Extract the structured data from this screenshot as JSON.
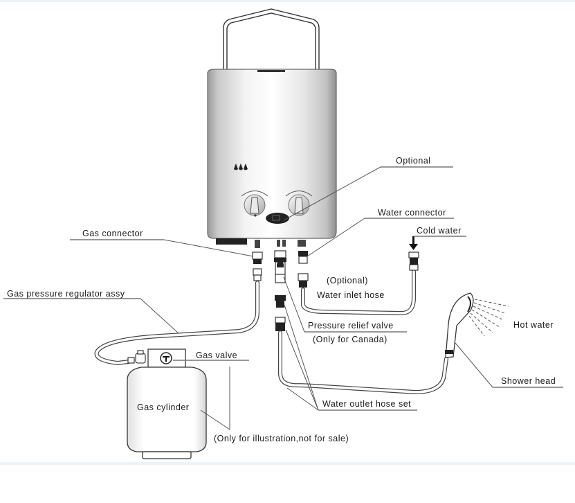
{
  "diagram": {
    "title": "Portable gas water heater installation diagram",
    "labels": {
      "optional_top": "Optional",
      "water_connector": "Water connector",
      "cold_water": "Cold water",
      "gas_connector": "Gas connector",
      "optional_paren": "(Optional)",
      "water_inlet_hose": "Water inlet hose",
      "gas_pressure_regulator": "Gas pressure regulator assy",
      "pressure_relief_valve": "Pressure relief valve",
      "only_for_canada": "(Only for Canada)",
      "hot_water": "Hot water",
      "gas_valve": "Gas valve",
      "shower_head": "Shower head",
      "gas_cylinder": "Gas cylinder",
      "water_outlet_hose_set": "Water outlet hose set",
      "illustration_note": "(Only for illustration,not for sale)"
    },
    "components": [
      "heater-body",
      "carry-handle",
      "flame-indicator",
      "left-knob",
      "right-knob",
      "digital-display",
      "gas-connector",
      "water-connector",
      "pressure-relief-valve",
      "gas-pressure-regulator",
      "gas-cylinder",
      "gas-valve",
      "water-inlet-hose",
      "water-outlet-hose",
      "shower-head",
      "cold-water-arrow"
    ],
    "colors": {
      "frame_strip": "#eef2f7",
      "line": "#333333",
      "text": "#1a1a1a"
    }
  }
}
